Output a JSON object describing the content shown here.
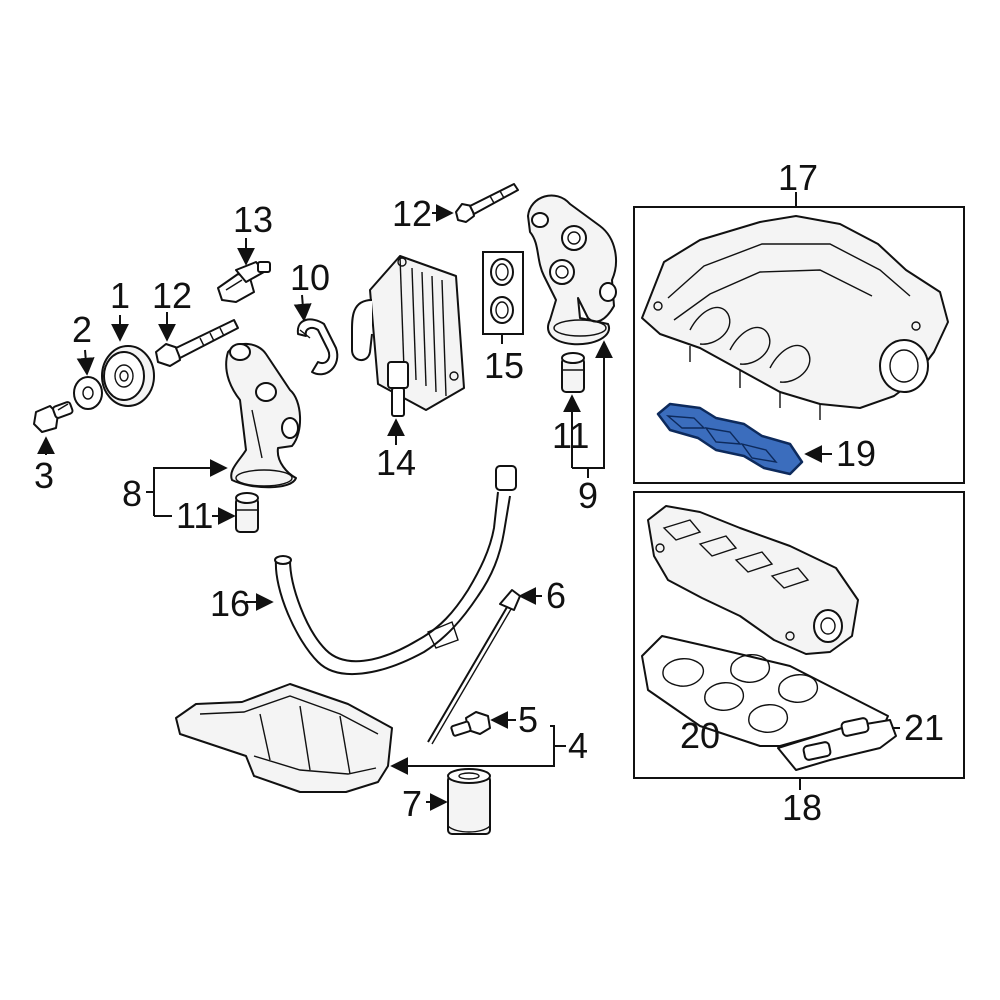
{
  "callouts": {
    "c1": "1",
    "c2": "2",
    "c3": "3",
    "c4": "4",
    "c5": "5",
    "c6": "6",
    "c7": "7",
    "c8": "8",
    "c9": "9",
    "c10": "10",
    "c11a": "11",
    "c11b": "11",
    "c12a": "12",
    "c12b": "12",
    "c13": "13",
    "c14": "14",
    "c15": "15",
    "c16": "16",
    "c17": "17",
    "c18": "18",
    "c19": "19",
    "c20": "20",
    "c21": "21"
  },
  "colors": {
    "highlight_part": "#3b6dbd",
    "line": "#111111",
    "background": "#ffffff"
  },
  "highlighted_part": "19"
}
